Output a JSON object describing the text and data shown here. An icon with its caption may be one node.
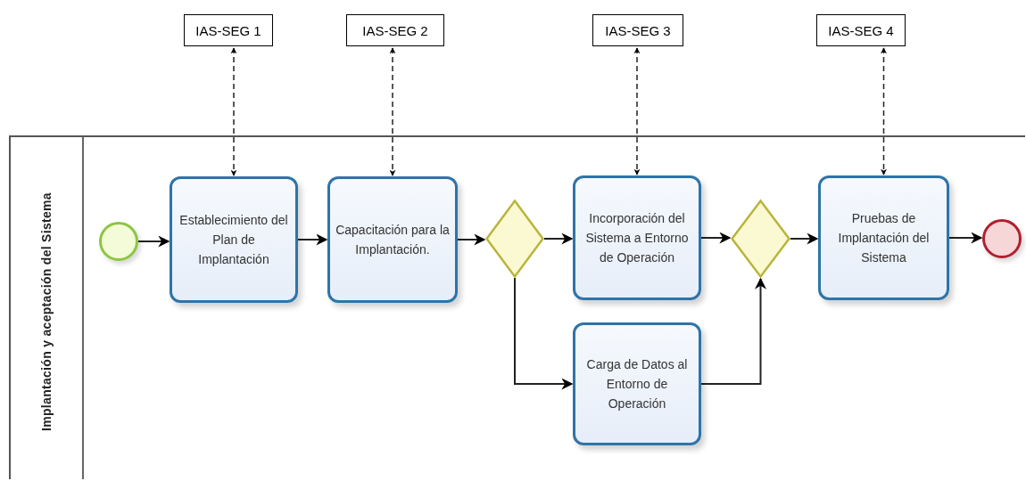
{
  "diagram": {
    "nodes": [
      {
        "text": [
          "Implantación y aceptación del Sistema"
        ]
      },
      {
        "text": [
          "IAS-SEG 1"
        ]
      },
      {
        "text": [
          "IAS-SEG 2"
        ]
      },
      {
        "text": [
          "IAS-SEG 3"
        ]
      },
      {
        "text": [
          "IAS-SEG 4"
        ]
      },
      {
        "text": [],
        "shape": "circle",
        "in": 0
      },
      {
        "text": [
          "Establecimiento del Plan de Implantación"
        ],
        "in": 0
      },
      {
        "text": [
          "Capacitación para la Implantación."
        ],
        "in": 0
      },
      {
        "text": [],
        "shape": "diamond",
        "in": 0
      },
      {
        "text": [
          "Incorporación del Sistema a Entorno de Operación"
        ],
        "in": 0
      },
      {
        "text": [
          "Carga de Datos al Entorno de Operación"
        ],
        "in": 0
      },
      {
        "text": [],
        "shape": "diamond",
        "in": 0
      },
      {
        "text": [
          "Pruebas de Implantación del Sistema"
        ],
        "in": 0
      },
      {
        "text": [],
        "shape": "circle",
        "in": 0
      }
    ],
    "edges": [
      {
        "from": 1,
        "to": 6,
        "arrow": "both",
        "style": "dashed"
      },
      {
        "from": 2,
        "to": 7,
        "arrow": "both",
        "style": "dashed"
      },
      {
        "from": 3,
        "to": 9,
        "arrow": "both",
        "style": "dashed"
      },
      {
        "from": 4,
        "to": 12,
        "arrow": "both",
        "style": "dashed"
      },
      {
        "from": 5,
        "to": 6,
        "arrow": "to"
      },
      {
        "from": 6,
        "to": 7,
        "arrow": "to"
      },
      {
        "from": 7,
        "to": 8,
        "arrow": "to"
      },
      {
        "from": 8,
        "to": 9,
        "arrow": "to"
      },
      {
        "from": 8,
        "to": 10,
        "arrow": "to"
      },
      {
        "from": 9,
        "to": 11,
        "arrow": "to"
      },
      {
        "from": 10,
        "to": 11,
        "arrow": "to"
      },
      {
        "from": 11,
        "to": 12,
        "arrow": "to"
      },
      {
        "from": 12,
        "to": 13,
        "arrow": "to"
      }
    ]
  }
}
